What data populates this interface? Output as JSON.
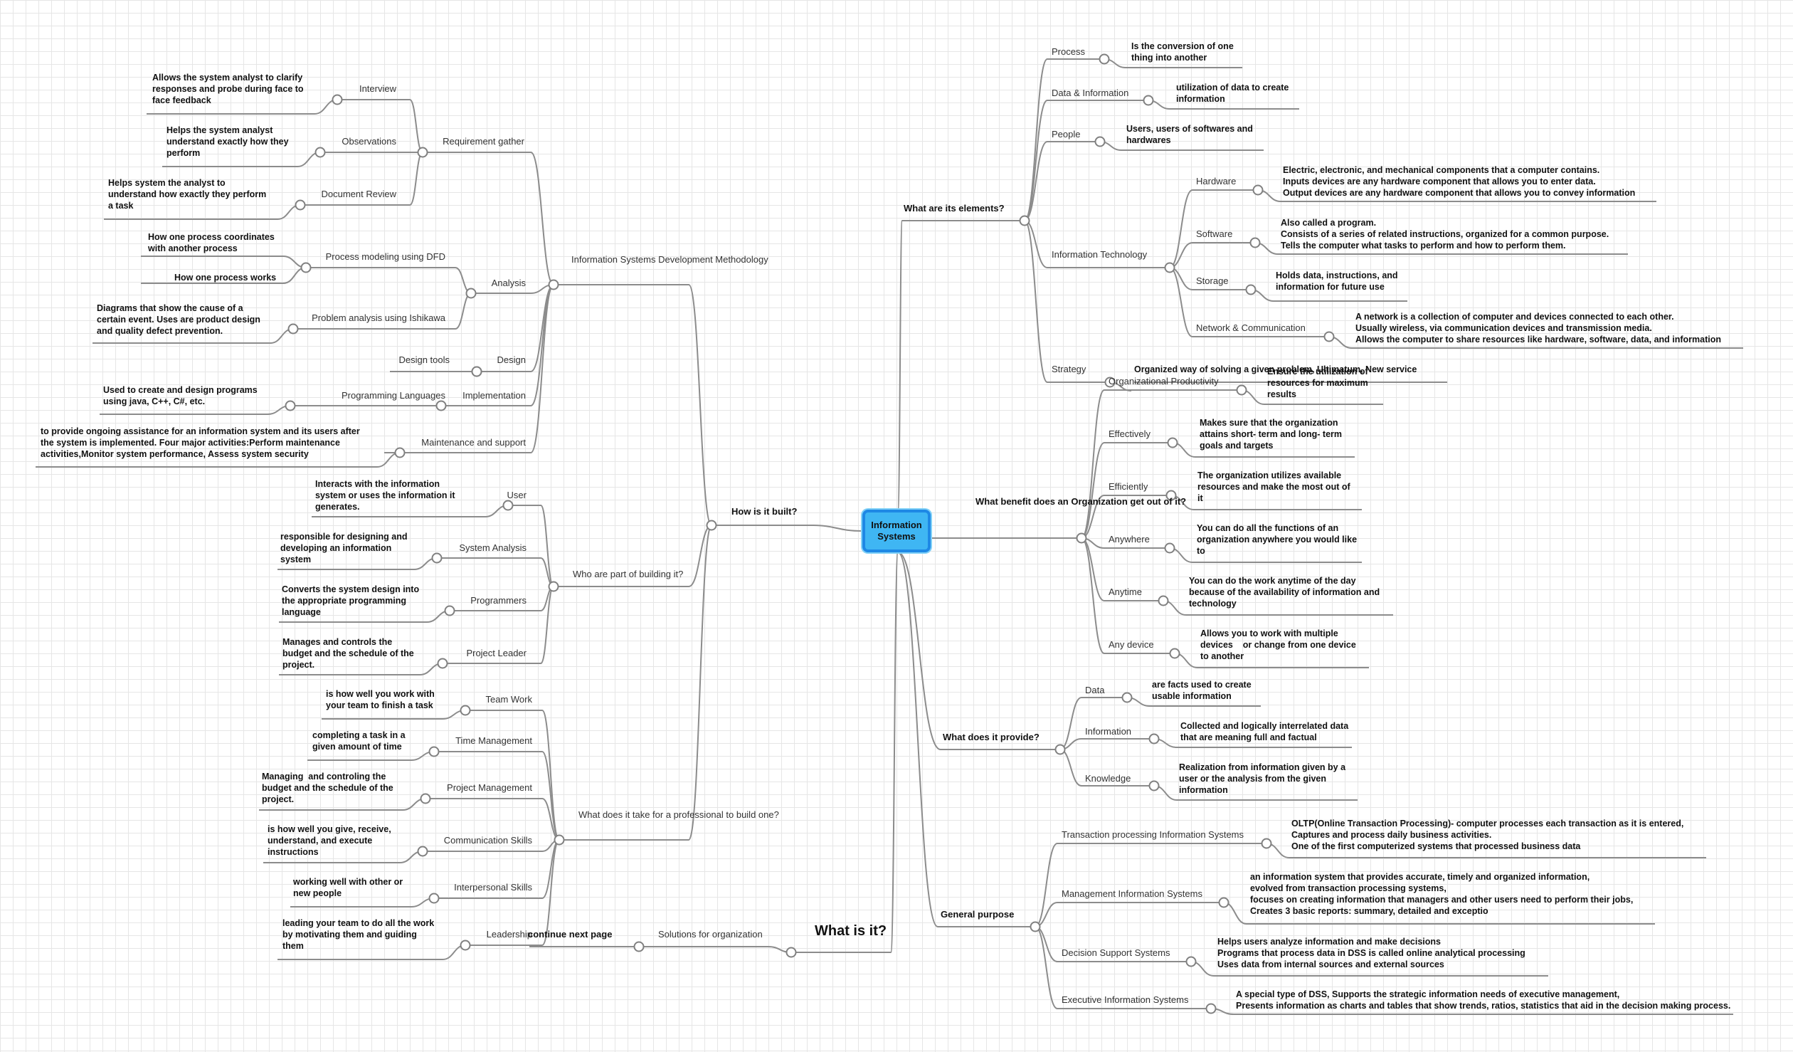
{
  "center": "Information\nSystems",
  "right": {
    "elements": {
      "title": "What are its elements?",
      "process": "Process",
      "process_desc": "Is the conversion of one\nthing into another",
      "data_info": "Data & Information",
      "data_info_desc": "utilization of data to create\ninformation",
      "people": "People",
      "people_desc": "Users, users of softwares and\nhardwares",
      "it": "Information Technology",
      "hardware": "Hardware",
      "hardware_desc": "Electric, electronic, and mechanical components that a computer contains.\nInputs devices are any hardware component that allows you to enter data.\nOutput devices are any hardware component that allows you to convey information",
      "software": "Software",
      "software_desc": "Also called a program.\nConsists of a series of related instructions, organized for a common purpose.\nTells the computer what tasks to perform and how to perform them.",
      "storage": "Storage",
      "storage_desc": "Holds data, instructions, and\ninformation for future use",
      "network": "Network & Communication",
      "network_desc": "A network is a collection of computer and devices connected to each other.\nUsually wireless, via communication devices and transmission media.\nAllows the computer to share resources like hardware, software, data, and information",
      "strategy": "Strategy",
      "strategy_desc": "Organized way of solving a given problem, Ultimatum, New service"
    },
    "benefit": {
      "title": "What benefit does\nan Organization get\nout of it?",
      "productivity": "Organizational Productivity",
      "productivity_desc": "Ensure the utilization of\nresources for maximum\nresults",
      "effectively": "Effectively",
      "effectively_desc": "Makes sure that the organization\nattains short- term and long- term\ngoals and targets",
      "efficiently": "Efficiently",
      "efficiently_desc": "The organization utilizes available\nresources and make the most out of\nit",
      "anywhere": "Anywhere",
      "anywhere_desc": "You can do all the functions of an\norganization anywhere you would like\nto",
      "anytime": "Anytime",
      "anytime_desc": "You can do the work anytime of the day\nbecause of the availability of information and\ntechnology",
      "anydevice": "Any device",
      "anydevice_desc": "Allows you to work with multiple\ndevices    or change from one device\nto another"
    },
    "provide": {
      "title": "What does it provide?",
      "data": "Data",
      "data_desc": "are facts used to create\nusable information",
      "information": "Information",
      "information_desc": "Collected and logically interrelated data\nthat are meaning full and factual",
      "knowledge": "Knowledge",
      "knowledge_desc": "Realization from information given by a\nuser or the analysis from the given\ninformation"
    },
    "purpose": {
      "title": "General purpose",
      "tps": "Transaction processing Information Systems",
      "tps_desc": "OLTP(Online Transaction Processing)- computer processes each transaction as it is entered,\nCaptures and process daily business activities.\nOne of the first computerized systems that processed business data",
      "mis": "Management Information Systems",
      "mis_desc": "an information system that provides accurate, timely and organized information,\nevolved from transaction processing systems,\nfocuses on creating information that managers and other users need to perform their jobs,\nCreates 3 basic reports: summary, detailed and exceptio",
      "dss": "Decision Support Systems",
      "dss_desc": "Helps users analyze information and make decisions\nPrograms that process data in DSS is called online analytical processing\nUses data from internal sources and external sources",
      "eis": "Executive Information Systems",
      "eis_desc": "A special type of DSS, Supports the strategic information needs of executive management,\nPresents information as charts and tables that show trends, ratios, statistics that aid in the decision making process."
    }
  },
  "left": {
    "built": {
      "title": "How is it built?",
      "isdm": "Information Systems\nDevelopment Methodology",
      "req": "Requirement gather",
      "interview": "Interview",
      "interview_desc": "Allows the system analyst to clarify\nresponses and probe during face to\nface feedback",
      "observations": "Observations",
      "observations_desc": "Helps the system analyst\nunderstand exactly how they\nperform",
      "docreview": "Document Review",
      "docreview_desc": "Helps system the analyst to\nunderstand how exactly they perform\na task",
      "analysis": "Analysis",
      "dfd": "Process modeling using DFD",
      "dfd_desc1": "How one process coordinates\nwith another process",
      "dfd_desc2": "How one process works",
      "ishikawa": "Problem analysis using Ishikawa",
      "ishikawa_desc": "Diagrams that show the cause of a\ncertain event. Uses are product design\nand quality defect prevention.",
      "design": "Design",
      "design_tools": "Design tools",
      "implementation": "Implementation",
      "proglang": "Programming Languages",
      "proglang_desc": "Used to create and design programs\nusing java, C++, C#, etc.",
      "maintenance": "Maintenance and support",
      "maintenance_desc": "to provide ongoing assistance for an information system and its users after\nthe system is implemented. Four major activities:Perform maintenance\nactivities,Monitor system performance, Assess system security",
      "who": "Who are part of building it?",
      "user": "User",
      "user_desc": "Interacts with the information\nsystem or uses the information it\ngenerates.",
      "sysanalysis": "System Analysis",
      "sysanalysis_desc": "responsible for designing and\ndeveloping an information\nsystem",
      "programmers": "Programmers",
      "programmers_desc": "Converts the system design into\nthe appropriate programming\nlanguage",
      "projleader": "Project Leader",
      "projleader_desc": "Manages and controls the\nbudget and the schedule of the\nproject.",
      "takes": "What does it take for a\nprofessional to build one?",
      "teamwork": "Team Work",
      "teamwork_desc": "is how well you work with\nyour team to finish a task",
      "timemgmt": "Time Management",
      "timemgmt_desc": "completing a task in a\ngiven amount of time",
      "projmgmt": "Project Management",
      "projmgmt_desc": "Managing  and controling the\nbudget and the schedule of the\nproject.",
      "comm": "Communication Skills",
      "comm_desc": "is how well you give, receive,\nunderstand, and execute\ninstructions",
      "interpersonal": "Interpersonal Skills",
      "interpersonal_desc": "working well with other or\nnew people",
      "leadership": "Leadership",
      "leadership_desc": "leading your team to do all the work\nby motivating them and guiding\nthem"
    },
    "whatis": {
      "title": "What is it?",
      "solutions": "Solutions for organization",
      "continue": "continue next page"
    }
  }
}
